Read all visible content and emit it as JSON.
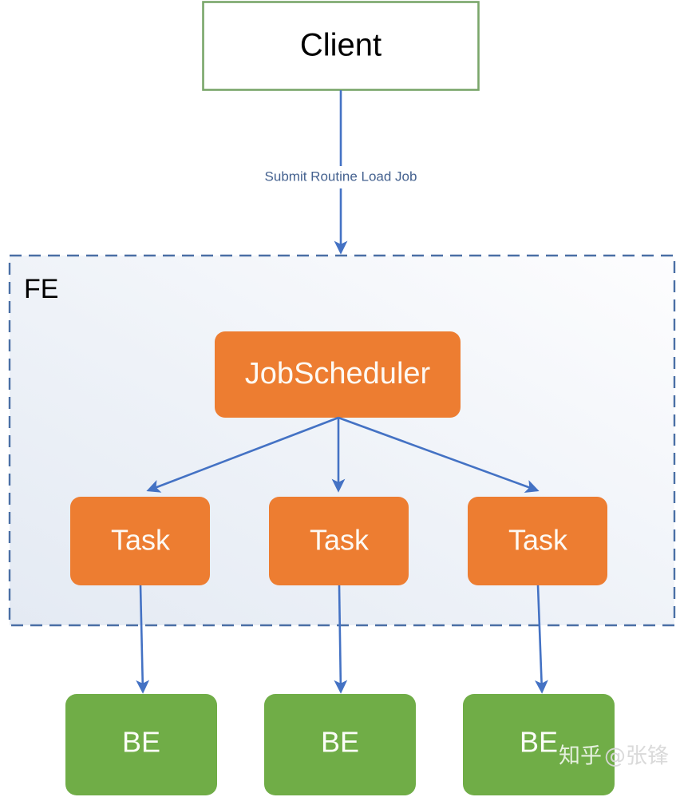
{
  "diagram": {
    "title_node": {
      "label": "Client",
      "border_color": "#7aa66a",
      "fill_color": "#ffffff",
      "text_color": "#000000"
    },
    "edge_labels": {
      "submit_job": "Submit Routine Load Job"
    },
    "group": {
      "label": "FE",
      "border_color": "#4a6fa5",
      "fill_start": "#e7ecf4",
      "fill_end": "#fbfcfe",
      "border_style": "dashed"
    },
    "scheduler": {
      "label": "JobScheduler",
      "fill_color": "#ed7d31",
      "text_color": "#fdf9f3"
    },
    "tasks": [
      {
        "label": "Task",
        "fill_color": "#ed7d31",
        "text_color": "#fdf9f3"
      },
      {
        "label": "Task",
        "fill_color": "#ed7d31",
        "text_color": "#fdf9f3"
      },
      {
        "label": "Task",
        "fill_color": "#ed7d31",
        "text_color": "#fdf9f3"
      }
    ],
    "backends": [
      {
        "label": "BE",
        "fill_color": "#70ad47",
        "text_color": "#fbfdf7"
      },
      {
        "label": "BE",
        "fill_color": "#70ad47",
        "text_color": "#fbfdf7"
      },
      {
        "label": "BE",
        "fill_color": "#70ad47",
        "text_color": "#fbfdf7"
      }
    ],
    "arrow_color": "#4472c4",
    "watermark": {
      "brand": "知乎",
      "handle": "@张锋"
    }
  }
}
